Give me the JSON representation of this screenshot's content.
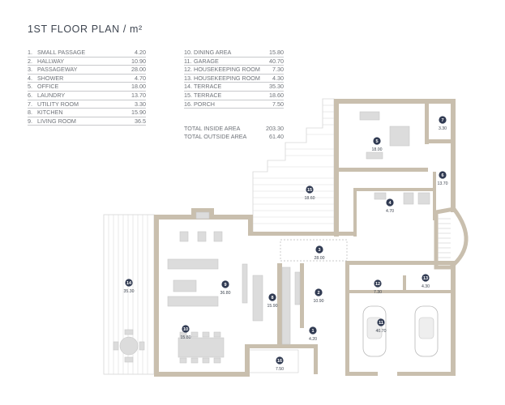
{
  "title": "1ST FLOOR PLAN / m²",
  "legend_left": [
    {
      "n": "1.",
      "name": "SMALL PASSAGE",
      "val": "4.20"
    },
    {
      "n": "2.",
      "name": "HALLWAY",
      "val": "10.90"
    },
    {
      "n": "3.",
      "name": "PASSAGEWAY",
      "val": "28.00"
    },
    {
      "n": "4.",
      "name": "SHOWER",
      "val": "4.70"
    },
    {
      "n": "5.",
      "name": "OFFICE",
      "val": "18.00"
    },
    {
      "n": "6.",
      "name": "LAUNDRY",
      "val": "13.70"
    },
    {
      "n": "7.",
      "name": "UTILITY ROOM",
      "val": "3.30"
    },
    {
      "n": "8.",
      "name": "KITCHEN",
      "val": "15.90"
    },
    {
      "n": "9.",
      "name": "LIVING ROOM",
      "val": "36.5"
    }
  ],
  "legend_right": [
    {
      "n": "10.",
      "name": "DINING AREA",
      "val": "15.80"
    },
    {
      "n": "11.",
      "name": "GARAGE",
      "val": "40.70"
    },
    {
      "n": "12.",
      "name": "HOUSEKEEPING ROOM",
      "val": "7.30"
    },
    {
      "n": "13.",
      "name": "HOUSEKEEPING ROOM",
      "val": "4.30"
    },
    {
      "n": "14.",
      "name": "TERRACE",
      "val": "35.30"
    },
    {
      "n": "15.",
      "name": "TERRACE",
      "val": "18.60"
    },
    {
      "n": "16.",
      "name": "PORCH",
      "val": "7.50"
    }
  ],
  "totals": [
    {
      "name": "TOTAL INSIDE AREA",
      "val": "203.30"
    },
    {
      "name": "TOTAL OUTSIDE AREA",
      "val": "61.40"
    }
  ],
  "room_labels": [
    {
      "num": "1",
      "area": "4.20"
    },
    {
      "num": "2",
      "area": "10.90"
    },
    {
      "num": "3",
      "area": "28.00"
    },
    {
      "num": "4",
      "area": "4.70"
    },
    {
      "num": "5",
      "area": "18.00"
    },
    {
      "num": "6",
      "area": "13.70"
    },
    {
      "num": "7",
      "area": "3.30"
    },
    {
      "num": "8",
      "area": "15.90"
    },
    {
      "num": "9",
      "area": "36.80"
    },
    {
      "num": "10",
      "area": "15.80"
    },
    {
      "num": "11",
      "area": "40.70"
    },
    {
      "num": "12",
      "area": "7.30"
    },
    {
      "num": "13",
      "area": "4.30"
    },
    {
      "num": "14",
      "area": "35.30"
    },
    {
      "num": "15",
      "area": "18.60"
    },
    {
      "num": "16",
      "area": "7.50"
    }
  ],
  "colors": {
    "wall": "#c9bfae",
    "badge": "#303a52",
    "furniture": "#dcdcdc"
  }
}
